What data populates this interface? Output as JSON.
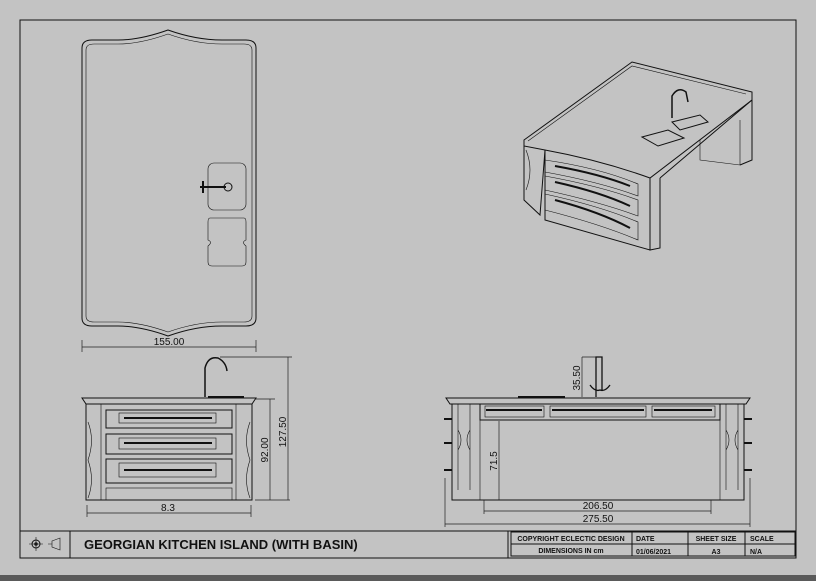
{
  "title_block": {
    "title": "GEORGIAN KITCHEN ISLAND (WITH BASIN)",
    "copyright": "COPYRIGHT  ECLECTIC DESIGN",
    "dimensions_note": "DIMENSIONS IN cm",
    "date_label": "DATE",
    "date_value": "01/06/2021",
    "sheet_size_label": "SHEET SIZE",
    "sheet_size_value": "A3",
    "scale_label": "SCALE",
    "scale_value": "N/A",
    "projection_icon": "third-angle-projection-icon"
  },
  "dimensions": {
    "plan_width": "155.00",
    "front_overall_height": "127.50",
    "front_counter_height": "92.00",
    "front_width": "8.3",
    "side_tap_height": "35.50",
    "side_clear_height": "71.5",
    "side_inner_length": "206.50",
    "side_overall_length": "275.50"
  }
}
